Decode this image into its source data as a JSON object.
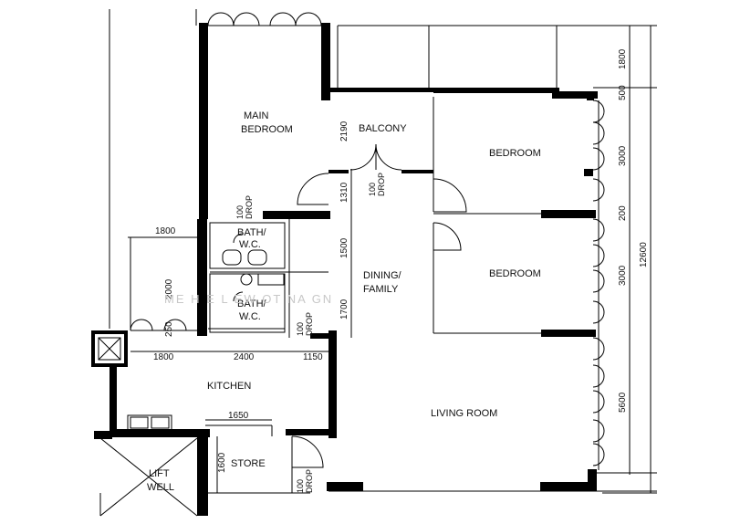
{
  "rooms": {
    "main_bedroom": [
      "MAIN",
      "BEDROOM"
    ],
    "balcony": "BALCONY",
    "bedroom_top": "BEDROOM",
    "bedroom_mid": "BEDROOM",
    "bath_top": [
      "BATH/",
      "W.C."
    ],
    "bath_bottom": [
      "BATH/",
      "W.C."
    ],
    "dining": [
      "DINING/",
      "FAMILY"
    ],
    "kitchen": "KITCHEN",
    "living": "LIVING ROOM",
    "store": "STORE",
    "lift": [
      "LIFT",
      "WELL"
    ]
  },
  "drops": {
    "main_bedroom": [
      "100",
      "DROP"
    ],
    "balcony": [
      "100",
      "DROP"
    ],
    "bath": [
      "100",
      "DROP"
    ],
    "store": [
      "100",
      "DROP"
    ]
  },
  "dims": {
    "right_1800": "1800",
    "right_500": "500",
    "right_3000a": "3000",
    "right_200": "200",
    "right_3000b": "3000",
    "right_5600": "5600",
    "overall_12600": "12600",
    "col_2190": "2190",
    "col_1310": "1310",
    "col_1500": "1500",
    "col_1700": "1700",
    "top_1800": "1800",
    "left_2000": "2000",
    "left_250": "250",
    "row_1800": "1800",
    "row_2400": "2400",
    "row_1150": "1150",
    "store_1650": "1650",
    "store_1600": "1600"
  },
  "watermark": "ME  H  E  L  EW  OT  NA  GN"
}
